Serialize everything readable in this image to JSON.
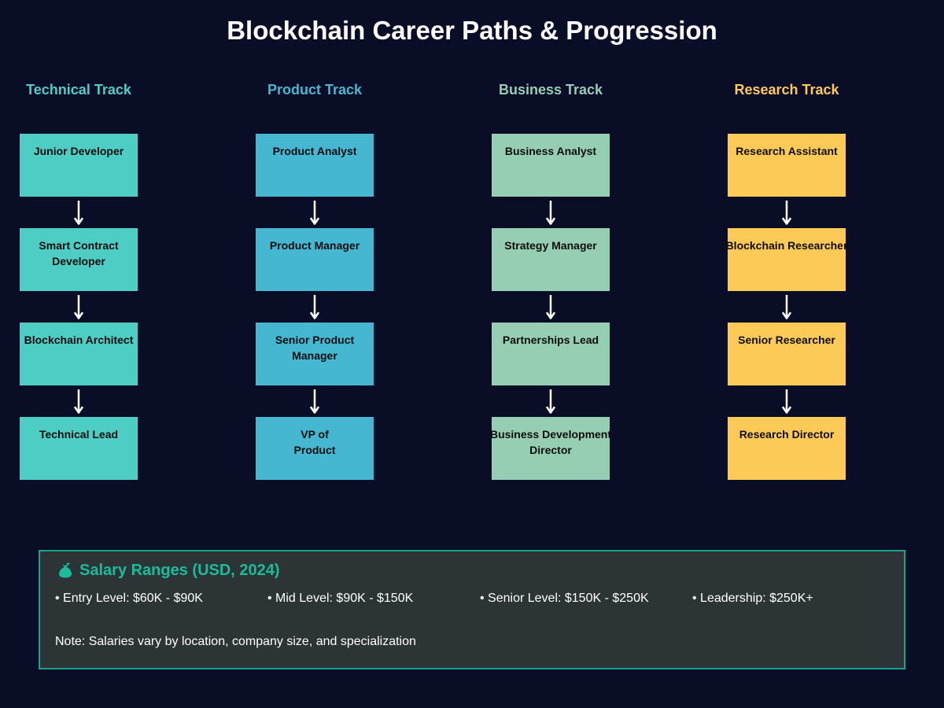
{
  "title": "Blockchain Career Paths & Progression",
  "tracks": [
    {
      "title": "Technical Track",
      "color": "#4ecdc4",
      "roles": [
        "Junior Developer",
        "Smart Contract\nDeveloper",
        "Blockchain Architect",
        "Technical Lead"
      ]
    },
    {
      "title": "Product Track",
      "color": "#45b7d1",
      "roles": [
        "Product Analyst",
        "Product Manager",
        "Senior Product\nManager",
        "VP of\nProduct"
      ]
    },
    {
      "title": "Business Track",
      "color": "#96ceb4",
      "roles": [
        "Business Analyst",
        "Strategy Manager",
        "Partnerships Lead",
        "Business Development\nDirector"
      ]
    },
    {
      "title": "Research Track",
      "color": "#feca57",
      "roles": [
        "Research Assistant",
        "Blockchain Researcher",
        "Senior Researcher",
        "Research Director"
      ]
    }
  ],
  "arrow_color": "#ffffff",
  "salary": {
    "icon": "money-bag-icon",
    "heading": "Salary Ranges (USD, 2024)",
    "accent_color": "#1abc9c",
    "levels": [
      "• Entry Level: $60K - $90K",
      "• Mid Level: $90K - $150K",
      "• Senior Level: $150K - $250K",
      "• Leadership: $250K+"
    ],
    "note": "Note: Salaries vary by location, company size, and specialization"
  }
}
